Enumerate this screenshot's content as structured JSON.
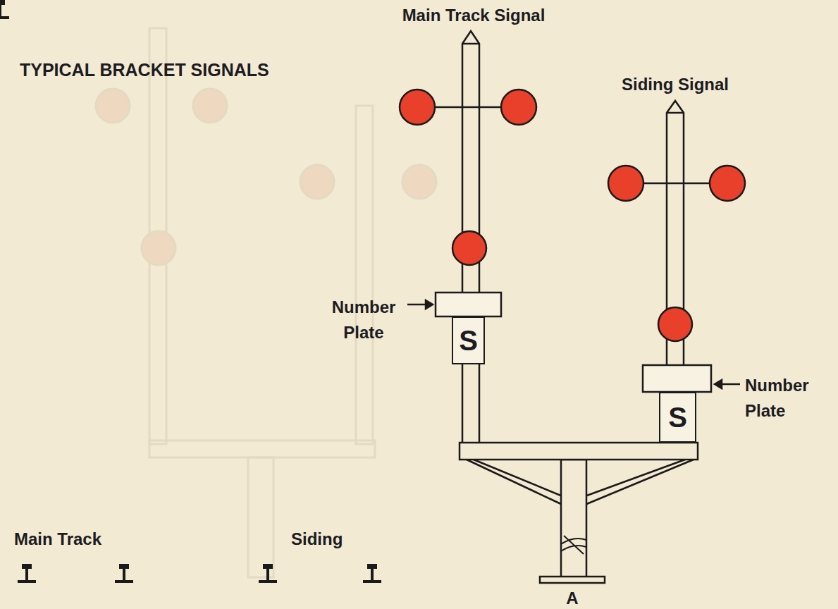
{
  "diagram": {
    "title": "TYPICAL BRACKET SIGNALS",
    "nodes": [
      {
        "text": [
          "S"
        ]
      },
      {
        "text": [
          "S"
        ]
      }
    ],
    "labels": [
      "Main Track Signal",
      "Siding Signal",
      "Number Plate",
      "Number Plate",
      "Main Track",
      "Siding",
      "A"
    ]
  }
}
